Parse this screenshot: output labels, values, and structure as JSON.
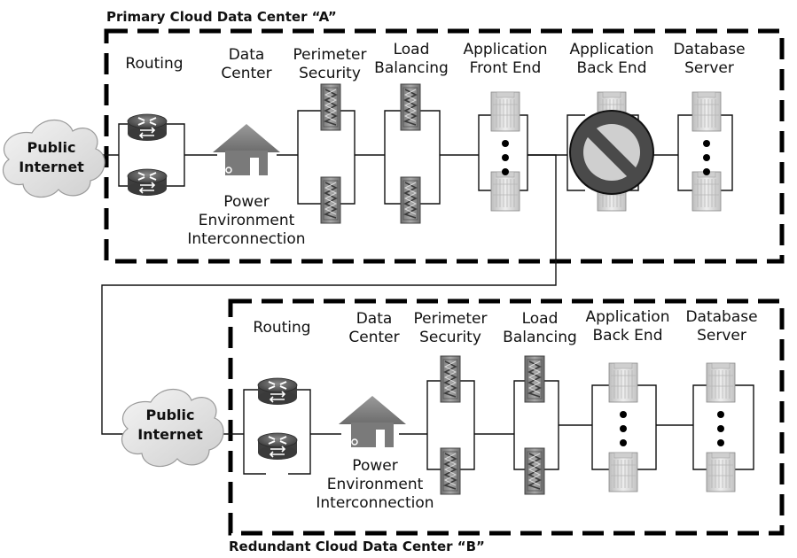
{
  "primary": {
    "title": "Primary Cloud Data Center “A”",
    "cloud": [
      "Public",
      "Internet"
    ],
    "routing": "Routing",
    "datacenter": [
      "Data",
      "Center"
    ],
    "perimeter": [
      "Perimeter",
      "Security"
    ],
    "load": [
      "Load",
      "Balancing"
    ],
    "appfront": [
      "Application",
      "Front End"
    ],
    "appback": [
      "Application",
      "Back End"
    ],
    "database": [
      "Database",
      "Server"
    ],
    "power": [
      "Power",
      "Environment",
      "Interconnection"
    ],
    "failed_component": "appback"
  },
  "redundant": {
    "title": "Redundant Cloud Data Center “B”",
    "cloud": [
      "Public",
      "Internet"
    ],
    "routing": "Routing",
    "datacenter": [
      "Data",
      "Center"
    ],
    "perimeter": [
      "Perimeter",
      "Security"
    ],
    "load": [
      "Load",
      "Balancing"
    ],
    "appback": [
      "Application",
      "Back End"
    ],
    "database": [
      "Database",
      "Server"
    ],
    "power": [
      "Power",
      "Environment",
      "Interconnection"
    ]
  },
  "colors": {
    "line": "#111111",
    "router": "#5a5a5a",
    "house": "#7a7a7a",
    "firewall": "#8c8c8c",
    "server": "#d4d4d4",
    "prohibit": "#555555",
    "cloud": "#e6e6e6"
  }
}
